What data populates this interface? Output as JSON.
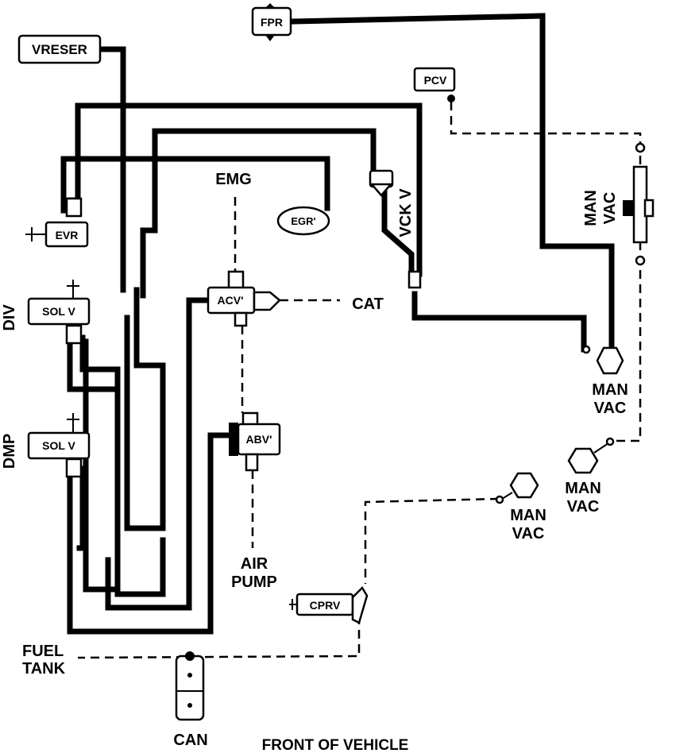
{
  "components": {
    "fpr": "FPR",
    "vreser": "VRESER",
    "pcv": "PCV",
    "evr": "EVR",
    "egr": "EGR'",
    "vck_v": "VCK V",
    "emg": "EMG",
    "acv": "ACV'",
    "cat": "CAT",
    "abv": "ABV'",
    "sol_v_div": "SOL V",
    "sol_v_dmp": "SOL V",
    "cprv": "CPRV",
    "can": "CAN"
  },
  "labels": {
    "div": "DIV",
    "dmp": "DMP",
    "air_pump_1": "AIR",
    "air_pump_2": "PUMP",
    "fuel_tank_1": "FUEL",
    "fuel_tank_2": "TANK",
    "front_of_vehicle": "FRONT OF VEHICLE",
    "man": "MAN",
    "vac": "VAC"
  }
}
